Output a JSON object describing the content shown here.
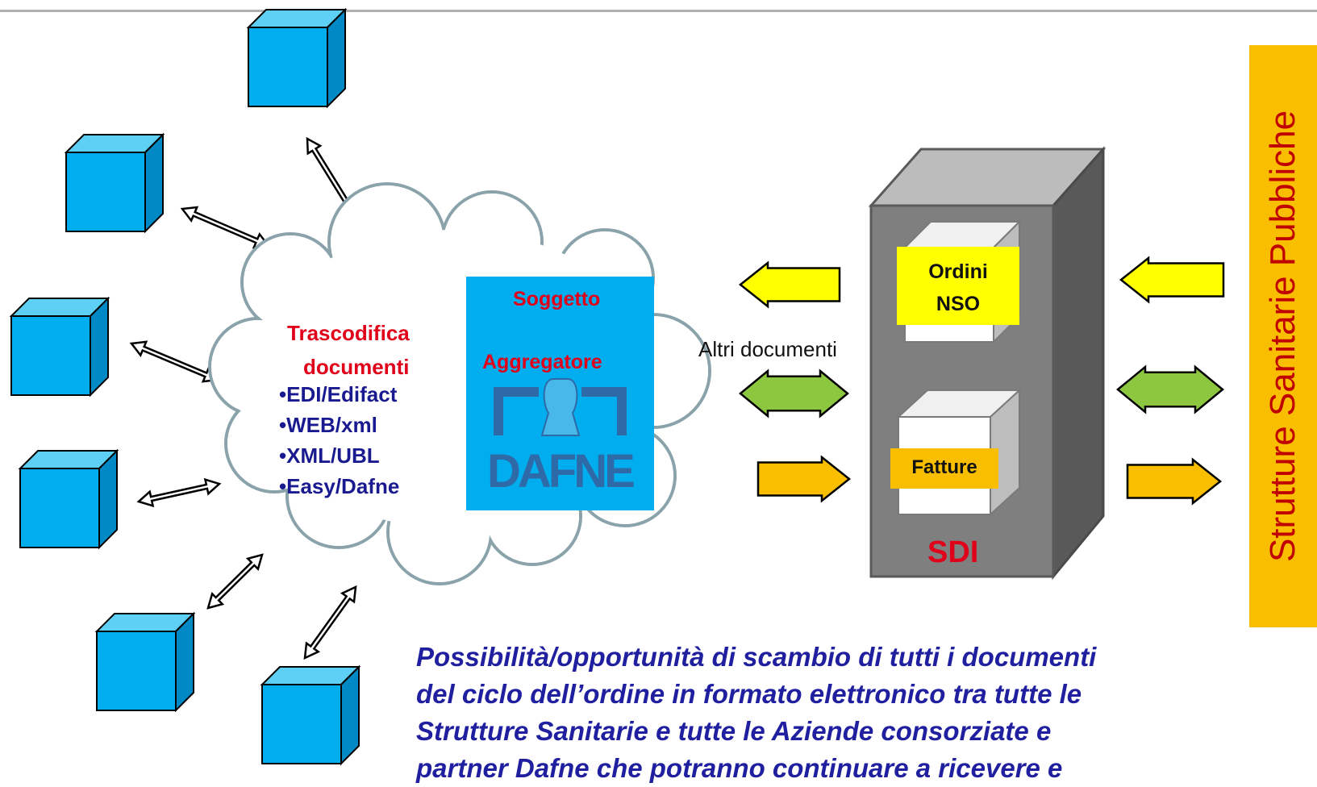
{
  "cloud": {
    "heading_line1": "Trascodifica",
    "heading_line2": "documenti",
    "formats": [
      "•EDI/Edifact",
      "•WEB/xml",
      "•XML/UBL",
      "•Easy/Dafne"
    ]
  },
  "aggregator": {
    "line1": "Soggetto",
    "line2": "Aggregatore",
    "logo_text": "DAFNE",
    "colors": {
      "box": "#00aeef",
      "logo": "#2e6aa8",
      "logo_accent": "#ffffff"
    }
  },
  "middle_label": "Altri documenti",
  "sdi": {
    "title": "SDI",
    "orders_line1": "Ordini",
    "orders_line2": "NSO",
    "invoices": "Fatture"
  },
  "side_label": "Strutture Sanitarie Pubbliche",
  "caption_lines": [
    "Possibilità/opportunità di scambio di tutti i documenti",
    "del ciclo dell’ordine in formato elettronico  tra tutte le",
    "Strutture Sanitarie e  tutte le Aziende consorziate e",
    "partner Dafne che potranno continuare a ricevere e"
  ],
  "colors": {
    "cube": "#00aeef",
    "arrow_yellow": "#ffff00",
    "arrow_green": "#8dc63f",
    "arrow_orange": "#f9be00",
    "sdi_front": "#7f7f7f",
    "side_bar": "#f9be00"
  },
  "icons": [
    "cube-icon",
    "double-arrow-icon",
    "cloud-icon",
    "server-cabinet-icon",
    "dafne-logo-icon"
  ]
}
